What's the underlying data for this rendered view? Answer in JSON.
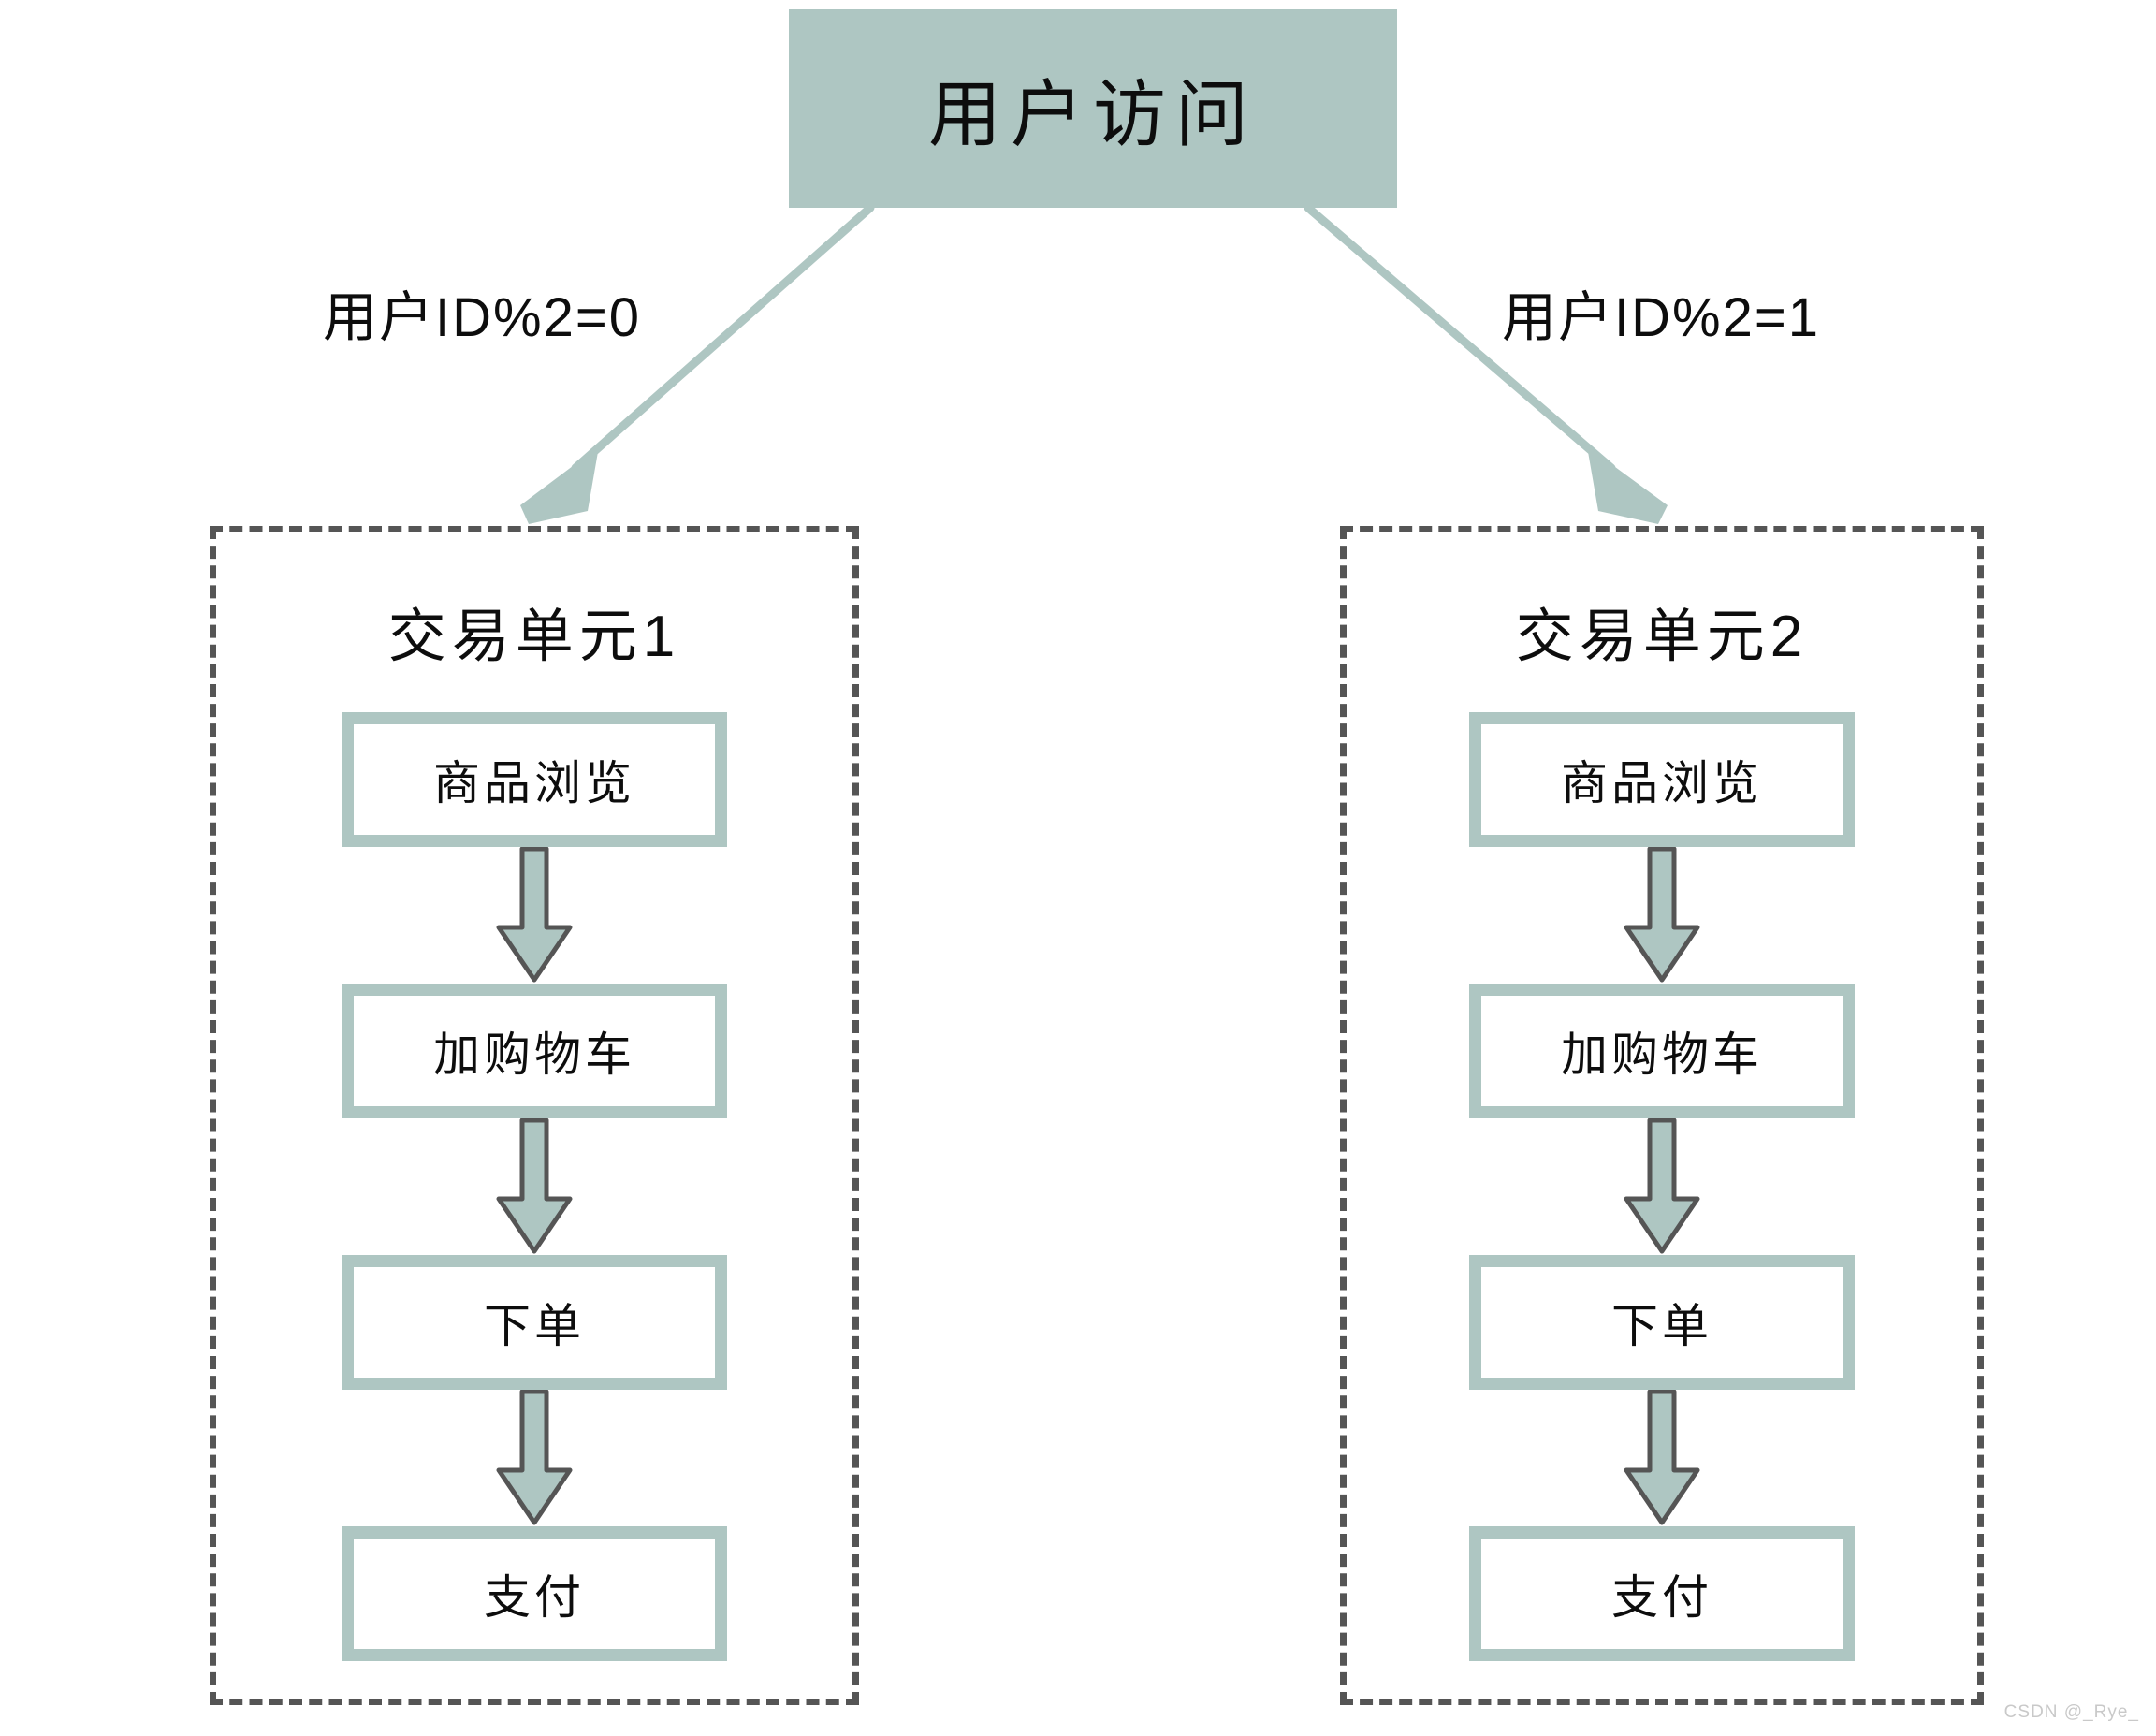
{
  "diagram": {
    "root": {
      "label": "用户访问"
    },
    "edges": [
      {
        "id": "edge-left",
        "label": "用户ID%2=0"
      },
      {
        "id": "edge-right",
        "label": "用户ID%2=1"
      }
    ],
    "units": [
      {
        "id": "unit-1",
        "title": "交易单元1",
        "steps": [
          {
            "label": "商品浏览"
          },
          {
            "label": "加购物车"
          },
          {
            "label": "下单"
          },
          {
            "label": "支付"
          }
        ]
      },
      {
        "id": "unit-2",
        "title": "交易单元2",
        "steps": [
          {
            "label": "商品浏览"
          },
          {
            "label": "加购物车"
          },
          {
            "label": "下单"
          },
          {
            "label": "支付"
          }
        ]
      }
    ],
    "colors": {
      "accent_fill": "#aec6c2",
      "box_border": "#aec6c2",
      "dashed_border": "#555555",
      "arrow_outline": "#555555",
      "text": "#0d0d0d",
      "background": "#ffffff",
      "watermark": "#c9c9c9"
    }
  },
  "watermark": {
    "text": "CSDN @_Rye_"
  }
}
